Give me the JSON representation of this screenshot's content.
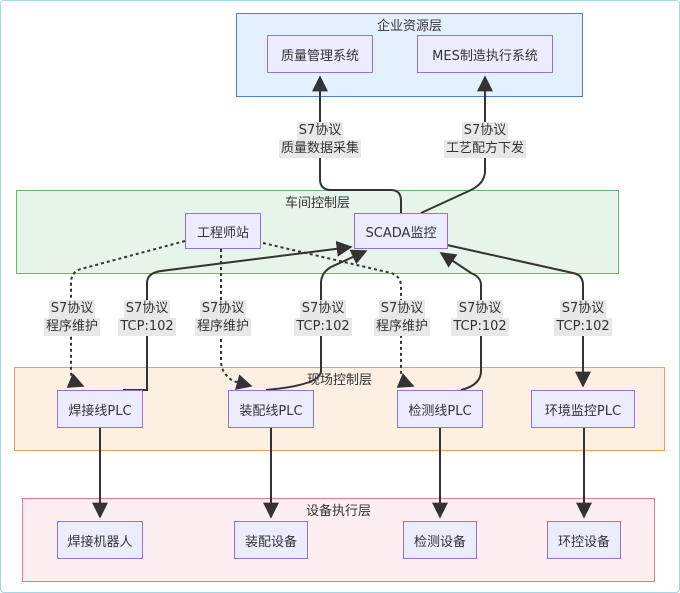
{
  "groups": {
    "enterprise": "企业资源层",
    "workshop": "车间控制层",
    "field": "现场控制层",
    "device": "设备执行层"
  },
  "nodes": {
    "qms": "质量管理系统",
    "mes": "MES制造执行系统",
    "engineer": "工程师站",
    "scada": "SCADA监控",
    "plc_welding": "焊接线PLC",
    "plc_assembly": "装配线PLC",
    "plc_inspection": "检测线PLC",
    "plc_environment": "环境监控PLC",
    "robot": "焊接机器人",
    "assembly_equipment": "装配设备",
    "inspection_equipment": "检测设备",
    "env_equipment": "环控设备"
  },
  "edge_labels": {
    "scada_qms": [
      "S7协议",
      "质量数据采集"
    ],
    "scada_mes": [
      "S7协议",
      "工艺配方下发"
    ],
    "eng_plc_w": [
      "S7协议",
      "程序维护"
    ],
    "plc_w_scada": [
      "S7协议",
      "TCP:102"
    ],
    "eng_plc_a": [
      "S7协议",
      "程序维护"
    ],
    "plc_a_scada": [
      "S7协议",
      "TCP:102"
    ],
    "eng_plc_i": [
      "S7协议",
      "程序维护"
    ],
    "plc_i_scada": [
      "S7协议",
      "TCP:102"
    ],
    "scada_plc_e": [
      "S7协议",
      "TCP:102"
    ]
  }
}
